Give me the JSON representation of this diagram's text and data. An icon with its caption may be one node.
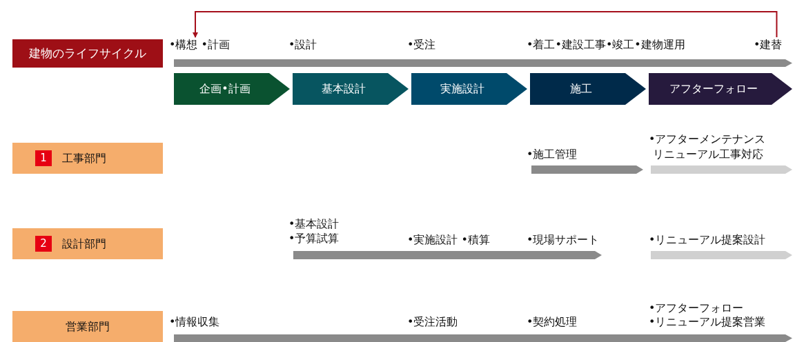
{
  "diagram": {
    "nodes": [
      {
        "text": [
          "建物のライフサイクル"
        ]
      },
      {
        "text": [
          "企画•計画"
        ]
      },
      {
        "text": [
          "基本設計"
        ]
      },
      {
        "text": [
          "実施設計"
        ]
      },
      {
        "text": [
          "施工"
        ]
      },
      {
        "text": [
          "アフターフォロー"
        ]
      },
      {
        "text": [
          "1",
          "工事部門"
        ]
      },
      {
        "text": [
          "2",
          "設計部門"
        ]
      },
      {
        "text": [
          "営業部門"
        ]
      },
      {
        "text": [
          "•構想 •計画"
        ]
      },
      {
        "text": [
          "•建替"
        ]
      }
    ],
    "edges": [
      {
        "from": 10,
        "to": 9,
        "arrow": "to",
        "color": "#a50f1b"
      }
    ],
    "labels": [
      "•設計",
      "•受注",
      "•着工•建設工事•竣工•建物運用",
      "•アフターメンテナンスリニューアル工事対応",
      "•施工管理",
      "•基本設計",
      "•予算試算",
      "•実施設計 •積算",
      "•現場サポート",
      "•リニューアル提案設計",
      "•アフターフォロー",
      "•情報収集",
      "•受注活動",
      "•契約処理",
      "•リニューアル提案営業"
    ]
  }
}
